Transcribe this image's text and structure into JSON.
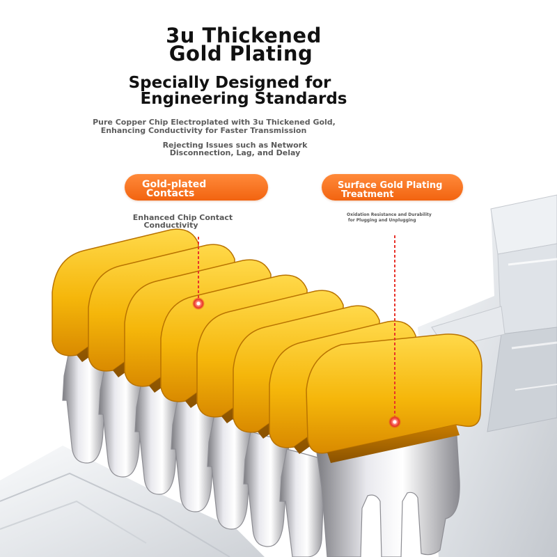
{
  "headline": {
    "line1": "3u Thickened",
    "line2": "Gold Plating"
  },
  "subheadline": {
    "line1": "Specially Designed for",
    "line2": "Engineering Standards"
  },
  "description": {
    "line1": "Pure Copper Chip Electroplated with 3u Thickened Gold,",
    "line2": "Enhancing Conductivity for Faster Transmission"
  },
  "note": {
    "line1": "Rejecting Issues such as Network",
    "line2": "Disconnection, Lag, and Delay"
  },
  "callouts": [
    {
      "line1": "Gold-plated",
      "line2": "Contacts",
      "detail1": "Enhanced Chip Contact",
      "detail2": "Conductivity"
    },
    {
      "line1": "Surface Gold Plating",
      "line2": "Treatment",
      "detail1": "Oxidation Resistance and Durability",
      "detail2": "for Plugging and Unplugging"
    }
  ],
  "colors": {
    "accent_orange": "#f26410",
    "gold": "#f5b60a",
    "marker_red": "#e8322a"
  }
}
